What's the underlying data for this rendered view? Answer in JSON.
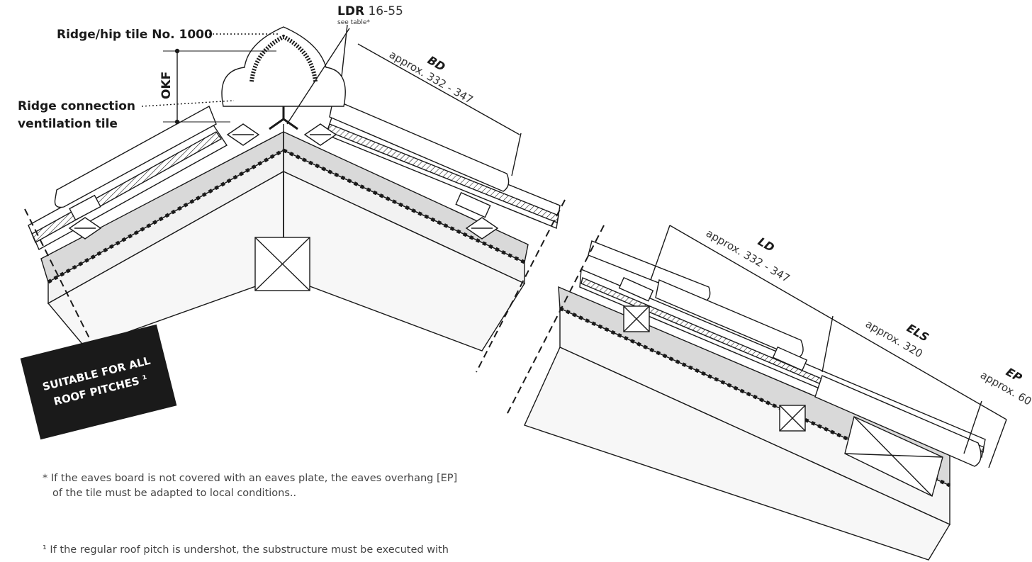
{
  "labels": {
    "ridge_tile": "Ridge/hip tile No. 1000",
    "ridge_connection_line1": "Ridge connection",
    "ridge_connection_line2": "ventilation tile",
    "okf": "OKF",
    "ldr_bold": "LDR",
    "ldr_value": " 16-55",
    "ldr_sub": "see table*",
    "bd": "BD",
    "bd_value": "approx. 332 - 347",
    "ld": "LD",
    "ld_value": "approx. 332 - 347",
    "els": "ELS",
    "els_value": "approx. 320",
    "ep": "EP",
    "ep_value": "approx. 60"
  },
  "badge": {
    "line1": "SUITABLE FOR ALL",
    "line2": "ROOF PITCHES ¹"
  },
  "notes": {
    "note1_line1": "* If the eaves board is not covered with an eaves plate, the eaves overhang [EP]",
    "note1_line2": "of the tile must be adapted to local conditions..",
    "note2_line1": "¹ If the regular roof pitch is undershot, the substructure must be executed with"
  },
  "colors": {
    "line": "#1a1a1a",
    "fill_grey": "#d9d9d9",
    "fill_light": "#f2f2f2"
  }
}
